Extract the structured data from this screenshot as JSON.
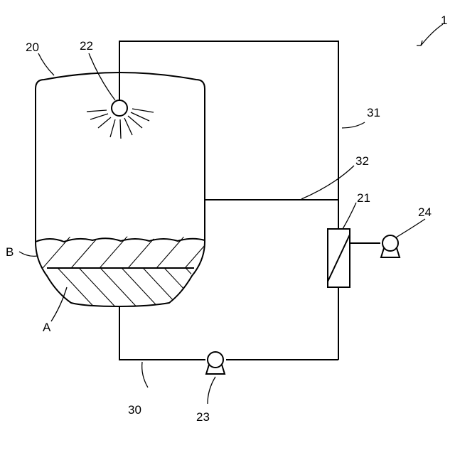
{
  "figure": {
    "system_label": "1",
    "vessel_label": "20",
    "spray_nozzle_label": "22",
    "return_line_label": "31",
    "branch_line_label": "32",
    "heat_exchanger_label": "21",
    "service_pump_label": "24",
    "upper_layer_label": "B",
    "lower_layer_label": "A",
    "circulation_line_label": "30",
    "circulation_pump_label": "23"
  }
}
